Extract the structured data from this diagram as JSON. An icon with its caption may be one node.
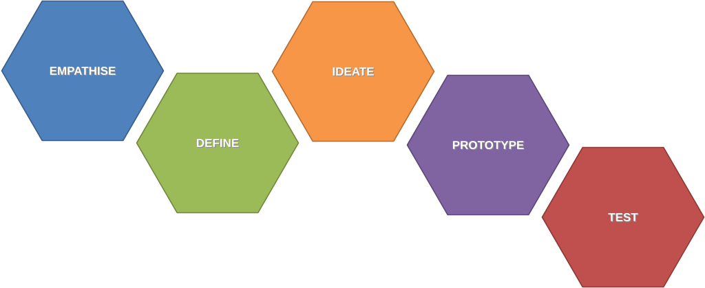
{
  "diagram": {
    "nodes": [
      {
        "text": [
          "EMPATHISE"
        ]
      },
      {
        "text": [
          "DEFINE"
        ]
      },
      {
        "text": [
          "IDEATE"
        ]
      },
      {
        "text": [
          "PROTOTYPE"
        ]
      },
      {
        "text": [
          "TEST"
        ]
      }
    ]
  }
}
